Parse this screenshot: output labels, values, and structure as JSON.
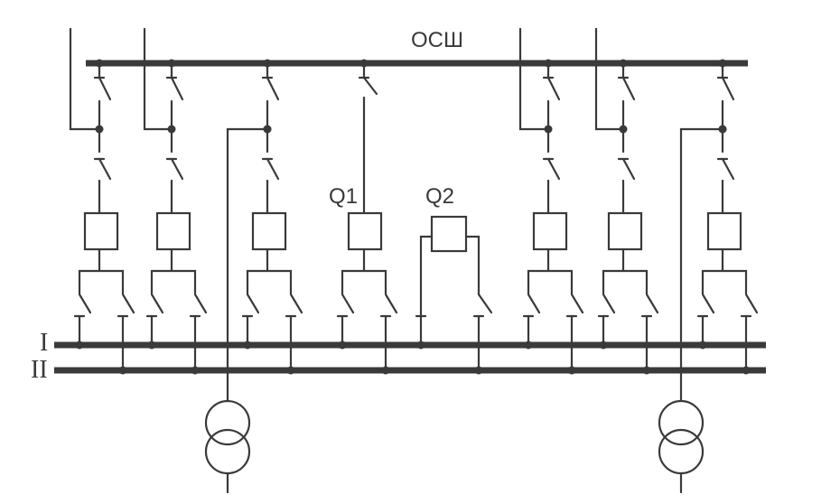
{
  "labels": {
    "bypass_bus": "ОСШ",
    "breaker_q1": "Q1",
    "breaker_q2": "Q2",
    "bus_1": "I",
    "bus_2": "II"
  },
  "colors": {
    "line": "#3a3a3a",
    "background": "#ffffff"
  },
  "bays": [
    {
      "type": "line"
    },
    {
      "type": "line"
    },
    {
      "type": "transformer"
    },
    {
      "type": "bypass-breaker"
    },
    {
      "type": "bus-coupler"
    },
    {
      "type": "line"
    },
    {
      "type": "line"
    },
    {
      "type": "transformer"
    }
  ]
}
